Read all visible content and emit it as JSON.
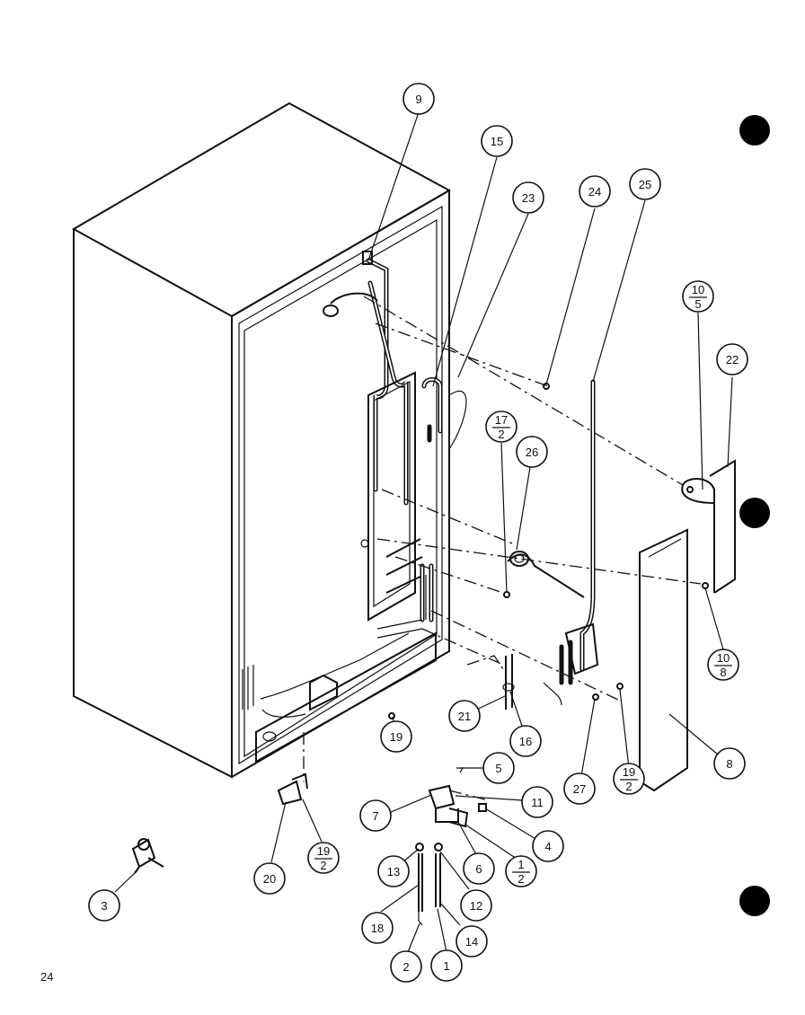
{
  "page_number": "24",
  "callouts": [
    {
      "id": "c9",
      "label": "9"
    },
    {
      "id": "c15",
      "label": "15"
    },
    {
      "id": "c23",
      "label": "23"
    },
    {
      "id": "c24",
      "label": "24"
    },
    {
      "id": "c25",
      "label": "25"
    },
    {
      "id": "c10a",
      "num": "10",
      "den": "5"
    },
    {
      "id": "c22",
      "label": "22"
    },
    {
      "id": "c17",
      "num": "17",
      "den": "2"
    },
    {
      "id": "c26",
      "label": "26"
    },
    {
      "id": "c10b",
      "num": "10",
      "den": "8"
    },
    {
      "id": "c8",
      "label": "8"
    },
    {
      "id": "c19a",
      "label": "19"
    },
    {
      "id": "c21",
      "label": "21"
    },
    {
      "id": "c16",
      "label": "16"
    },
    {
      "id": "c5",
      "label": "5"
    },
    {
      "id": "c27",
      "label": "27"
    },
    {
      "id": "c19b",
      "num": "19",
      "den": "2"
    },
    {
      "id": "c7",
      "label": "7"
    },
    {
      "id": "c11",
      "label": "11"
    },
    {
      "id": "c4",
      "label": "4"
    },
    {
      "id": "c6",
      "label": "6"
    },
    {
      "id": "c1b",
      "num": "1",
      "den": "2"
    },
    {
      "id": "c13",
      "label": "13"
    },
    {
      "id": "c12",
      "label": "12"
    },
    {
      "id": "c18",
      "label": "18"
    },
    {
      "id": "c14",
      "label": "14"
    },
    {
      "id": "c2",
      "label": "2"
    },
    {
      "id": "c1",
      "label": "1"
    },
    {
      "id": "c20",
      "label": "20"
    },
    {
      "id": "c19c",
      "num": "19",
      "den": "2"
    },
    {
      "id": "c3",
      "label": "3"
    }
  ]
}
